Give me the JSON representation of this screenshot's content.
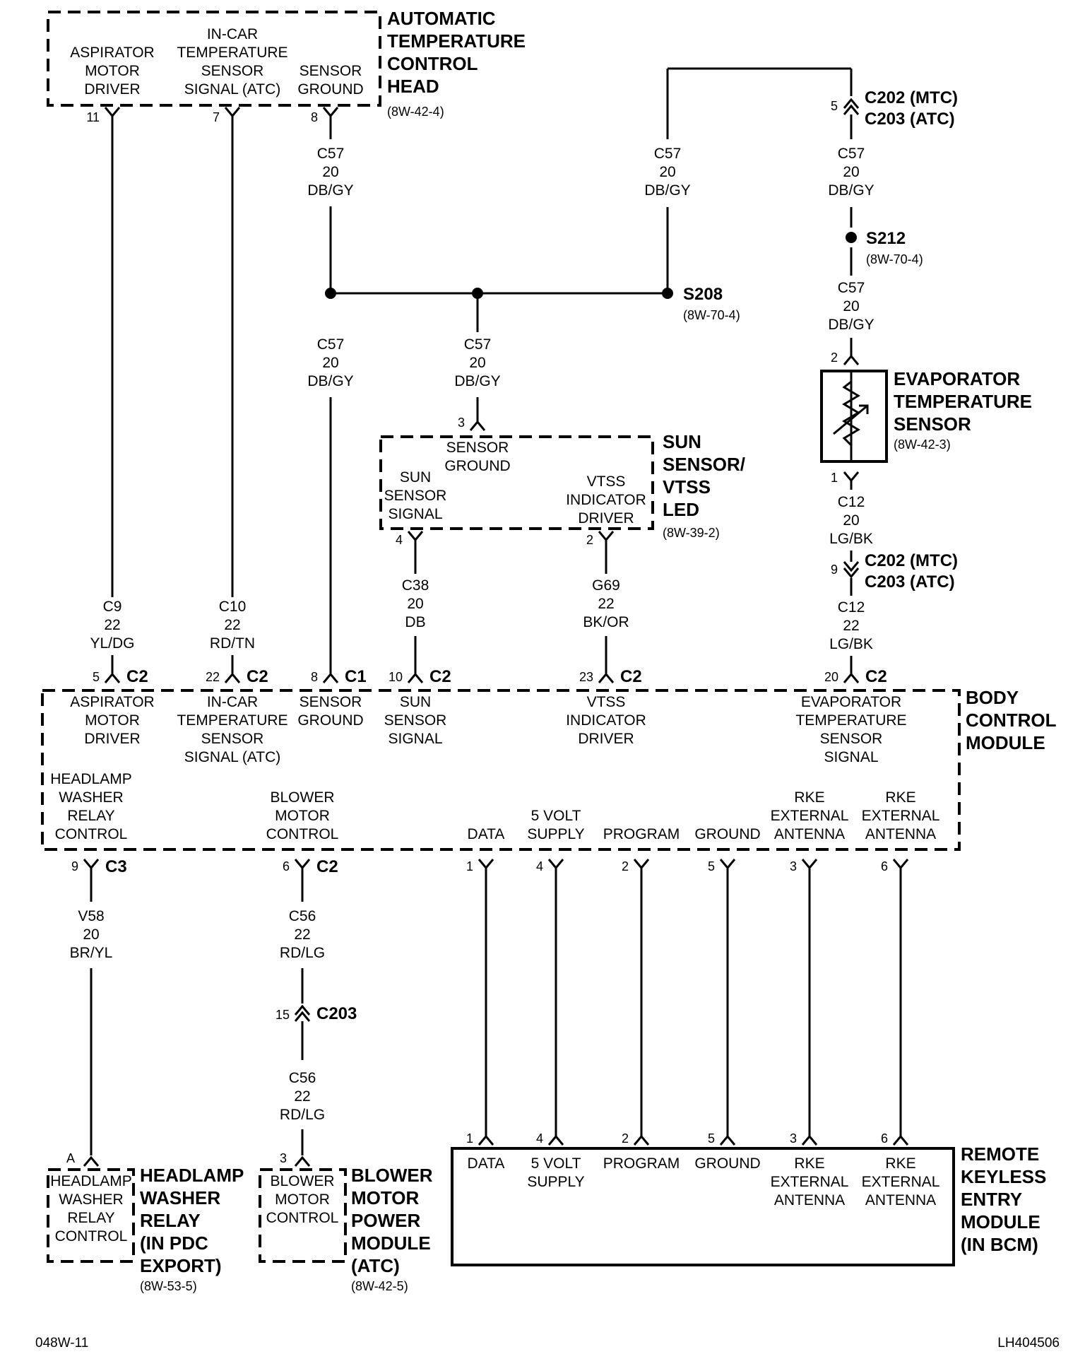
{
  "atc_head": {
    "title": [
      "AUTOMATIC",
      "TEMPERATURE",
      "CONTROL",
      "HEAD"
    ],
    "ref": "(8W-42-4)",
    "funcs": [
      {
        "lines": [
          "ASPIRATOR",
          "MOTOR",
          "DRIVER"
        ],
        "pin": "11"
      },
      {
        "lines": [
          "IN-CAR",
          "TEMPERATURE",
          "SENSOR",
          "SIGNAL (ATC)"
        ],
        "pin": "7"
      },
      {
        "lines": [
          "SENSOR",
          "GROUND"
        ],
        "pin": "8"
      }
    ]
  },
  "wires": {
    "c57_a": [
      "C57",
      "20",
      "DB/GY"
    ],
    "c57_b": [
      "C57",
      "20",
      "DB/GY"
    ],
    "c57_c": [
      "C57",
      "20",
      "DB/GY"
    ],
    "c57_d": [
      "C57",
      "20",
      "DB/GY"
    ],
    "c57_e": [
      "C57",
      "20",
      "DB/GY"
    ],
    "c57_f": [
      "C57",
      "20",
      "DB/GY"
    ],
    "c12_a": [
      "C12",
      "20",
      "LG/BK"
    ],
    "c12_b": [
      "C12",
      "22",
      "LG/BK"
    ],
    "c9": [
      "C9",
      "22",
      "YL/DG"
    ],
    "c10": [
      "C10",
      "22",
      "RD/TN"
    ],
    "c38": [
      "C38",
      "20",
      "DB"
    ],
    "g69": [
      "G69",
      "22",
      "BK/OR"
    ],
    "v58": [
      "V58",
      "20",
      "BR/YL"
    ],
    "c56_a": [
      "C56",
      "22",
      "RD/LG"
    ],
    "c56_b": [
      "C56",
      "22",
      "RD/LG"
    ]
  },
  "c202_top": {
    "pin": "5",
    "l1": "C202 (MTC)",
    "l2": "C203 (ATC)"
  },
  "c202_bot": {
    "pin": "9",
    "l1": "C202 (MTC)",
    "l2": "C203 (ATC)"
  },
  "s212": {
    "name": "S212",
    "ref": "(8W-70-4)"
  },
  "s208": {
    "name": "S208",
    "ref": "(8W-70-4)"
  },
  "evap": {
    "title": [
      "EVAPORATOR",
      "TEMPERATURE",
      "SENSOR"
    ],
    "ref": "(8W-42-3)",
    "pin_top": "2",
    "pin_bot": "1"
  },
  "sun": {
    "title": [
      "SUN",
      "SENSOR/",
      "VTSS",
      "LED"
    ],
    "ref": "(8W-39-2)",
    "ground": [
      "SENSOR",
      "GROUND"
    ],
    "ground_pin": "3",
    "signal": [
      "SUN",
      "SENSOR",
      "SIGNAL"
    ],
    "signal_pin": "4",
    "vtss": [
      "VTSS",
      "INDICATOR",
      "DRIVER"
    ],
    "vtss_pin": "2"
  },
  "bcm": {
    "title": [
      "BODY",
      "CONTROL",
      "MODULE"
    ],
    "top": [
      {
        "lines": [
          "ASPIRATOR",
          "MOTOR",
          "DRIVER"
        ],
        "pin": "5",
        "conn": "C2"
      },
      {
        "lines": [
          "IN-CAR",
          "TEMPERATURE",
          "SENSOR",
          "SIGNAL (ATC)"
        ],
        "pin": "22",
        "conn": "C2"
      },
      {
        "lines": [
          "SENSOR",
          "GROUND"
        ],
        "pin": "8",
        "conn": "C1"
      },
      {
        "lines": [
          "SUN",
          "SENSOR",
          "SIGNAL"
        ],
        "pin": "10",
        "conn": "C2"
      },
      {
        "lines": [
          "VTSS",
          "INDICATOR",
          "DRIVER"
        ],
        "pin": "23",
        "conn": "C2"
      },
      {
        "lines": [
          "EVAPORATOR",
          "TEMPERATURE",
          "SENSOR",
          "SIGNAL"
        ],
        "pin": "20",
        "conn": "C2"
      }
    ],
    "bottom": [
      {
        "lines": [
          "HEADLAMP",
          "WASHER",
          "RELAY",
          "CONTROL"
        ],
        "pin": "9",
        "conn": "C3"
      },
      {
        "lines": [
          "BLOWER",
          "MOTOR",
          "CONTROL"
        ],
        "pin": "6",
        "conn": "C2"
      },
      {
        "lines": [
          "DATA"
        ],
        "pin": "1",
        "conn": ""
      },
      {
        "lines": [
          "5 VOLT",
          "SUPPLY"
        ],
        "pin": "4",
        "conn": ""
      },
      {
        "lines": [
          "PROGRAM"
        ],
        "pin": "2",
        "conn": ""
      },
      {
        "lines": [
          "GROUND"
        ],
        "pin": "5",
        "conn": ""
      },
      {
        "lines": [
          "RKE",
          "EXTERNAL",
          "ANTENNA"
        ],
        "pin": "3",
        "conn": ""
      },
      {
        "lines": [
          "RKE",
          "EXTERNAL",
          "ANTENNA"
        ],
        "pin": "6",
        "conn": ""
      }
    ]
  },
  "c203": {
    "pin": "15",
    "name": "C203"
  },
  "headlamp": {
    "title": [
      "HEADLAMP",
      "WASHER",
      "RELAY",
      "(IN PDC",
      "EXPORT)"
    ],
    "ref": "(8W-53-5)",
    "inner": [
      "HEADLAMP",
      "WASHER",
      "RELAY",
      "CONTROL"
    ],
    "pin": "A"
  },
  "blower": {
    "title": [
      "BLOWER",
      "MOTOR",
      "POWER",
      "MODULE",
      "(ATC)"
    ],
    "ref": "(8W-42-5)",
    "inner": [
      "BLOWER",
      "MOTOR",
      "CONTROL"
    ],
    "pin": "3"
  },
  "rke": {
    "title": [
      "REMOTE",
      "KEYLESS",
      "ENTRY",
      "MODULE",
      "(IN BCM)"
    ],
    "items": [
      {
        "lines": [
          "DATA"
        ],
        "pin": "1"
      },
      {
        "lines": [
          "5 VOLT",
          "SUPPLY"
        ],
        "pin": "4"
      },
      {
        "lines": [
          "PROGRAM"
        ],
        "pin": "2"
      },
      {
        "lines": [
          "GROUND"
        ],
        "pin": "5"
      },
      {
        "lines": [
          "RKE",
          "EXTERNAL",
          "ANTENNA"
        ],
        "pin": "3"
      },
      {
        "lines": [
          "RKE",
          "EXTERNAL",
          "ANTENNA"
        ],
        "pin": "6"
      }
    ]
  },
  "footer": {
    "left": "048W-11",
    "right": "LH404506"
  }
}
